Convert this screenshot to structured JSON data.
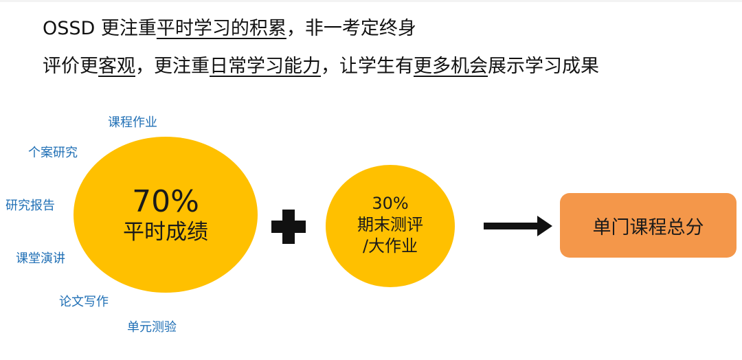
{
  "header": {
    "line1": {
      "a": "OSSD 更注重",
      "b": "平时学习的积累",
      "c": "，非一考定终身"
    },
    "line2": {
      "a": "评价更",
      "b": "客观",
      "c": "，更注重",
      "d": "日常学习能力",
      "e": "，让学生有",
      "f": "更多机会",
      "g": "展示学习成果"
    }
  },
  "activities": [
    "课程作业",
    "个案研究",
    "研究报告",
    "课堂演讲",
    "论文写作",
    "单元测验"
  ],
  "regular": {
    "percent": "70%",
    "label": "平时成绩"
  },
  "final": {
    "percent": "30%",
    "line1": "期末测评",
    "line2": "/大作业"
  },
  "total": {
    "label": "单门课程总分"
  },
  "colors": {
    "ellipse": "#ffc000",
    "total_box": "#f4974a",
    "activity_text": "#1f6fb5"
  }
}
